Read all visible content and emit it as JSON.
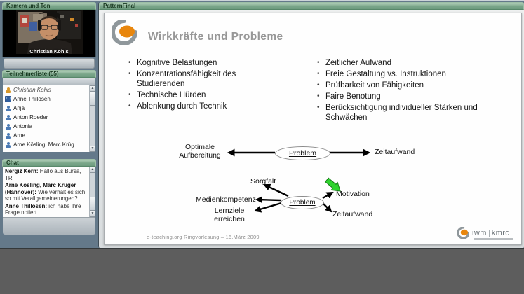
{
  "colors": {
    "header_green": "#7aa689",
    "sidebar_slate": "#64798a",
    "desktop_gray": "#5d5d5d",
    "brand_orange": "#e8860d",
    "pointer_green": "#2ed32e"
  },
  "sidebar": {
    "camera": {
      "title": "Kamera und Ton",
      "video_label": "Christian Kohls"
    },
    "participants": {
      "title": "Teilnehmerliste (55)",
      "items": [
        {
          "name": "Christian Kohls",
          "role": "host"
        },
        {
          "name": "Anne Thillosen",
          "role": "presenter"
        },
        {
          "name": "Anja",
          "role": "attendee"
        },
        {
          "name": "Anton Roeder",
          "role": "attendee"
        },
        {
          "name": "Antonia",
          "role": "attendee"
        },
        {
          "name": "Arne",
          "role": "attendee"
        },
        {
          "name": "Arne Kösling, Marc Krüg",
          "role": "attendee"
        }
      ]
    },
    "chat": {
      "title": "Chat",
      "messages": [
        {
          "sender": "Nergiz Kern:",
          "text": "Hallo aus Bursa, TR"
        },
        {
          "sender": "Arne Kösling, Marc Krüger (Hannover):",
          "text": "Wie verhält es sich so mit Verallgemeinerungen?"
        },
        {
          "sender": "Anne Thillosen:",
          "text": "ich habe Ihre Frage notiert"
        }
      ]
    }
  },
  "main": {
    "title": "PatternFinal",
    "slide": {
      "title": "Wirkkräfte und Probleme",
      "bullets_left": [
        "Kognitive Belastungen",
        "Konzentrationsfähigkeit des Studierenden",
        "Technische Hürden",
        "Ablenkung durch Technik"
      ],
      "bullets_right": [
        "Zeitlicher Aufwand",
        "Freie Gestaltung vs. Instruktionen",
        "Prüfbarkeit von Fähigkeiten",
        "Faire Benotung",
        "Berücksichtigung individueller Stärken und Schwächen"
      ],
      "diagram1": {
        "left_label": "Optimale Aufbereitung",
        "center_node": "Problem",
        "right_label": "Zeitaufwand"
      },
      "diagram2": {
        "center_node": "Problem",
        "node_sorgfalt": "Sorgfalt",
        "node_medienkompetenz": "Medienkompetenz",
        "node_lernziele": "Lernziele erreichen",
        "node_motivation": "Motivation",
        "node_zeitaufwand": "Zeitaufwand"
      },
      "footer": "e-teaching.org Ringvorlesung – 16.März 2009",
      "logo": {
        "left": "iwm",
        "right": "kmrc"
      }
    }
  }
}
